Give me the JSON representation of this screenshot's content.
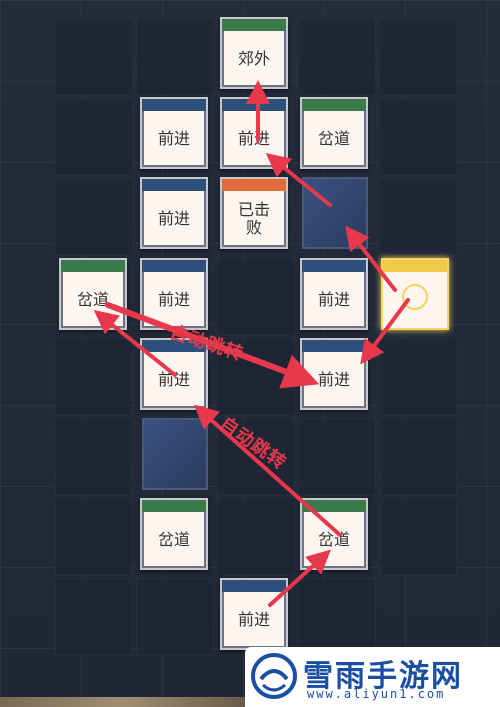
{
  "cards": [
    {
      "id": "c1",
      "label": "郊外",
      "bar": "green"
    },
    {
      "id": "c2",
      "label": "前进",
      "bar": "blue"
    },
    {
      "id": "c3",
      "label": "前进",
      "bar": "blue"
    },
    {
      "id": "c4",
      "label": "岔道",
      "bar": "green"
    },
    {
      "id": "c5",
      "label": "前进",
      "bar": "blue"
    },
    {
      "id": "c6",
      "label": "已击\n败",
      "bar": "orange"
    },
    {
      "id": "c7",
      "label": "岔道",
      "bar": "green"
    },
    {
      "id": "c8",
      "label": "前进",
      "bar": "blue"
    },
    {
      "id": "c9",
      "label": "前进",
      "bar": "blue"
    },
    {
      "id": "c10",
      "label": "前进",
      "bar": "blue"
    },
    {
      "id": "c11",
      "label": "前进",
      "bar": "blue"
    },
    {
      "id": "c12",
      "label": "岔道",
      "bar": "green"
    },
    {
      "id": "c13",
      "label": "岔道",
      "bar": "green"
    },
    {
      "id": "c14",
      "label": "前进",
      "bar": "blue"
    }
  ],
  "annotations": {
    "auto_jump_1": "自动跳转",
    "auto_jump_2": "自动跳转"
  },
  "watermark": {
    "title": "雪雨手游网",
    "url": "www.aliyun1.com"
  },
  "colors": {
    "arrow": "#e8384b",
    "selected": "#f5d35c"
  }
}
